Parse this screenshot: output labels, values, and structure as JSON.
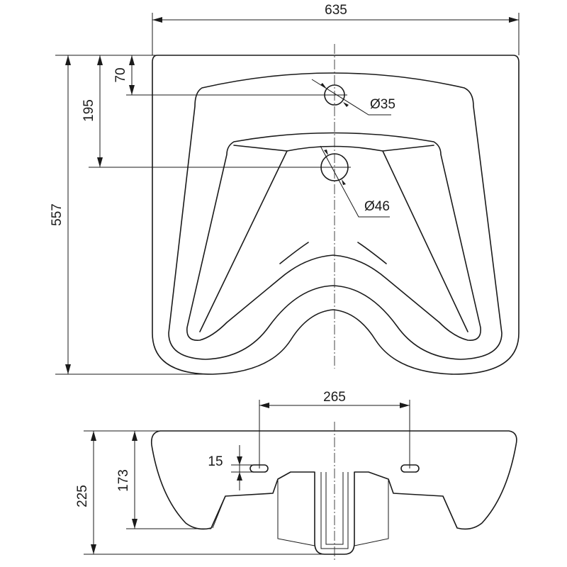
{
  "dimensions": {
    "width": "635",
    "depth": "557",
    "tap_hole_from_back": "70",
    "drain_from_back": "195",
    "tap_hole_diameter": "Ø35",
    "drain_diameter": "Ø46",
    "fixing_holes_spacing": "265",
    "fixing_hole_size": "15",
    "fixing_height": "173",
    "total_height": "225"
  }
}
